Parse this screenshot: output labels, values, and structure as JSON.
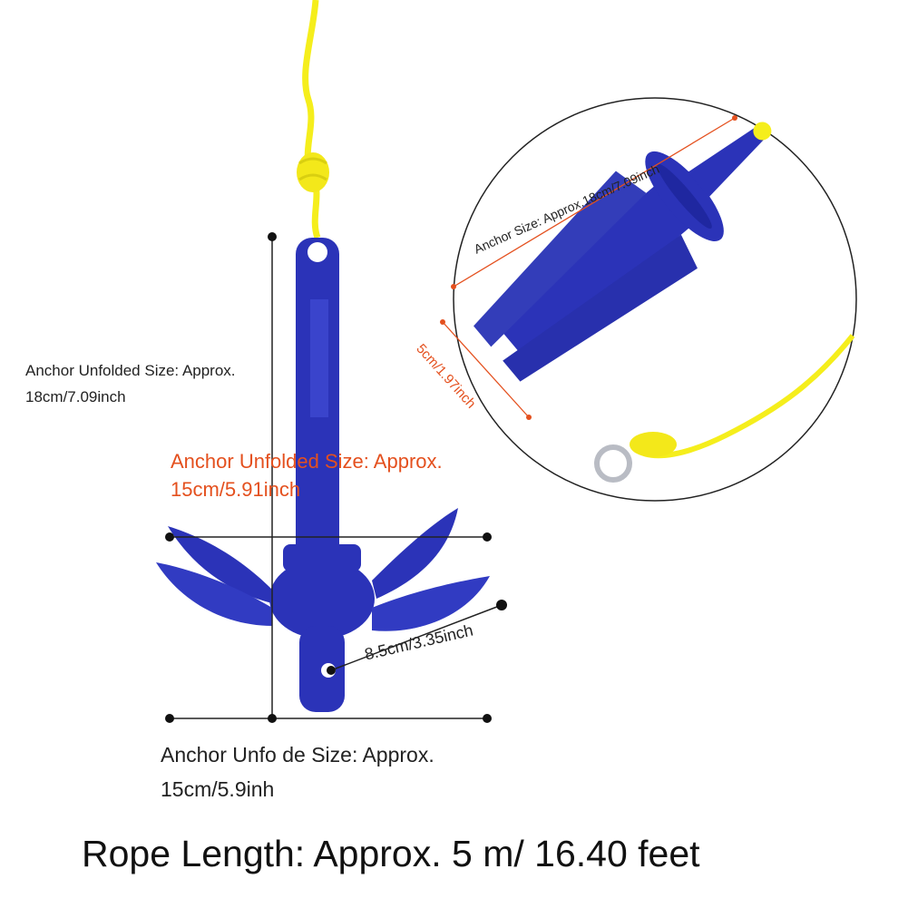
{
  "labels": {
    "unfolded_size_left_line1": "Anchor Unfolded Size: Approx.",
    "unfolded_size_left_line2": "18cm/7.09inch",
    "unfolded_size_red_line1": "Anchor Unfolded Size: Approx.",
    "unfolded_size_red_line2": "15cm/5.91inch",
    "fluke_size": "8.5cm/3.35inch",
    "bottom_size_line1": "Anchor Unfo de Size: Approx.",
    "bottom_size_line2": "15cm/5.9inh",
    "inset_anchor_size": "Anchor Size: Approx.18cm/7.09inch",
    "inset_folded_width": "5cm/1.97inch",
    "rope_length": "Rope Length: Approx. 5 m/ 16.40 feet"
  },
  "colors": {
    "anchor_blue": "#2b33b8",
    "rope_yellow": "#f5ee1c",
    "accent_red": "#e4501e",
    "text": "#222222"
  }
}
